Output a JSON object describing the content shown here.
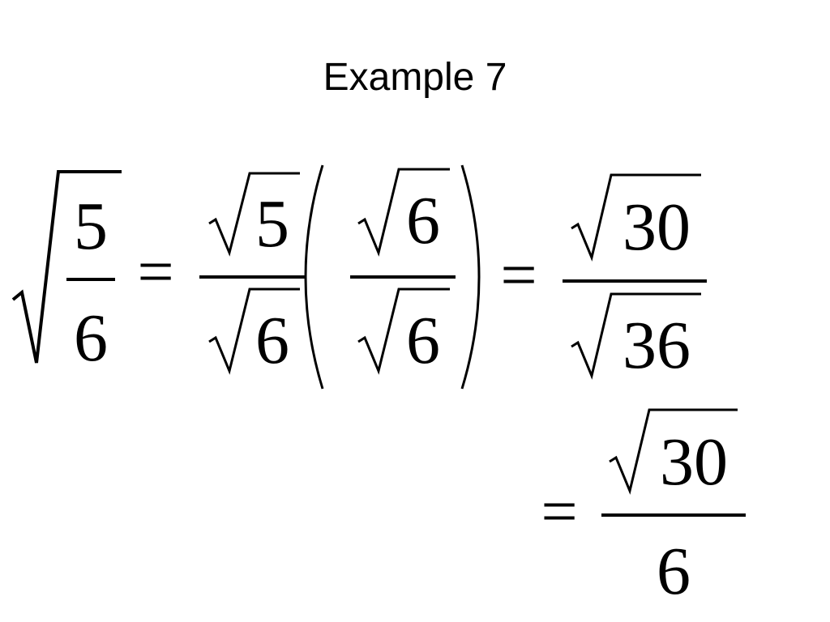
{
  "slide": {
    "title": "Example 7"
  },
  "equation": {
    "lhs": {
      "numerator": "5",
      "denominator": "6"
    },
    "equals_1": "=",
    "term_a": {
      "numerator": "5",
      "denominator": "6"
    },
    "term_b": {
      "numerator": "6",
      "denominator": "6"
    },
    "equals_2": "=",
    "product": {
      "numerator": "30",
      "denominator": "36"
    },
    "equals_3": "=",
    "result": {
      "numerator": "30",
      "denominator": "6"
    }
  }
}
